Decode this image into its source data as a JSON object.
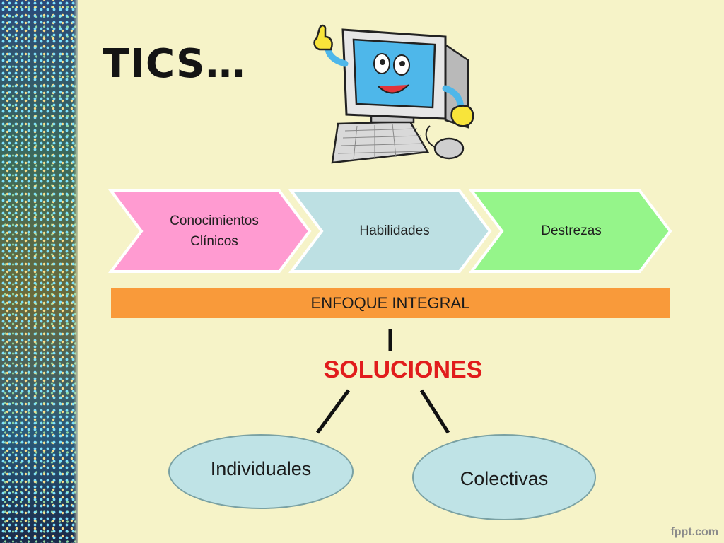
{
  "slide": {
    "title": "TICS…",
    "watermark": "fppt.com"
  },
  "steps": [
    {
      "line1": "Conocimientos",
      "line2": "Clínicos",
      "color": "#ff9bd1"
    },
    {
      "line1": "Habilidades",
      "line2": "",
      "color": "#bde0e3"
    },
    {
      "line1": "Destrezas",
      "line2": "",
      "color": "#95f58a"
    }
  ],
  "banner": {
    "label": "ENFOQUE INTEGRAL",
    "color": "#f99a3a"
  },
  "solutions": {
    "heading": "SOLUCIONES",
    "heading_color": "#e11c1c",
    "items": [
      {
        "label": "Individuales"
      },
      {
        "label": "Colectivas"
      }
    ]
  },
  "illustration": {
    "icon": "cartoon-computer-icon"
  }
}
